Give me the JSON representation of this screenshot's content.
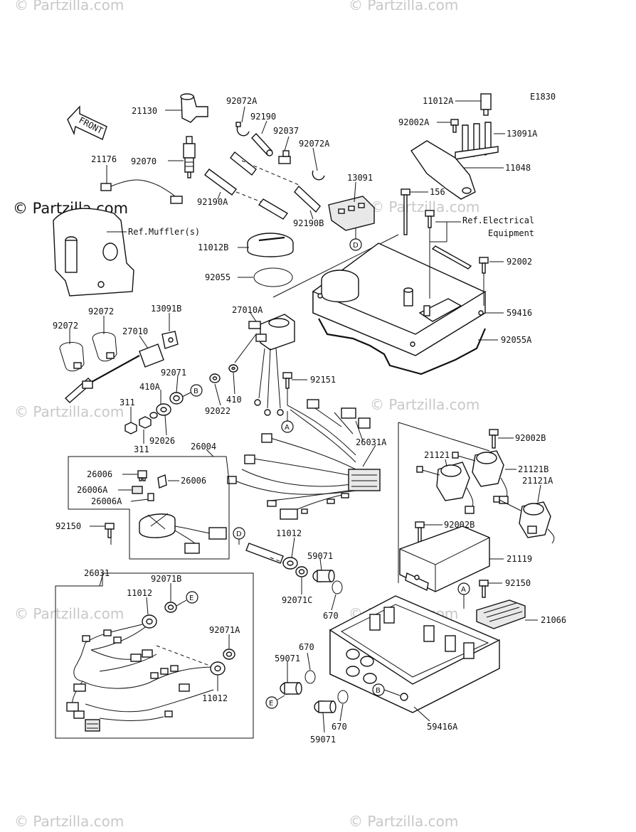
{
  "figure_code": "E1830",
  "front_label": "FRONT",
  "watermark": {
    "main": "© Partzilla.com",
    "repeat": "© Partzilla.com"
  },
  "labels": {
    "p21130": "21130",
    "p92070": "92070",
    "p21176": "21176",
    "p92072A_1": "92072A",
    "p92190": "92190",
    "p92037": "92037",
    "p92072A_2": "92072A",
    "p92190A": "92190A",
    "p92190B": "92190B",
    "p13091": "13091",
    "p11012A": "11012A",
    "p92002A": "92002A",
    "p13091A": "13091A",
    "p11048": "11048",
    "p156": "156",
    "p11012B": "11012B",
    "p92055": "92055",
    "p92002": "92002",
    "p59416": "59416",
    "p92055A": "92055A",
    "p92072_1": "92072",
    "p92072_2": "92072",
    "p13091B": "13091B",
    "p27010": "27010",
    "p27010A": "27010A",
    "p92071": "92071",
    "p410A": "410A",
    "p311_1": "311",
    "p311_2": "311",
    "p92026": "92026",
    "p92022": "92022",
    "p410": "410",
    "p92151": "92151",
    "p26004": "26004",
    "p26006_1": "26006",
    "p26006_2": "26006",
    "p26006A_1": "26006A",
    "p26006A_2": "26006A",
    "p92150_1": "92150",
    "p26031A": "26031A",
    "p92002B_1": "92002B",
    "p21121": "21121",
    "p21121B": "21121B",
    "p21121A": "21121A",
    "p11012_1": "11012",
    "p92002B_2": "92002B",
    "p21119": "21119",
    "p59071_1": "59071",
    "p92071C": "92071C",
    "p670_1": "670",
    "p92150_2": "92150",
    "p21066": "21066",
    "p26031": "26031",
    "p92071B": "92071B",
    "p11012_2": "11012",
    "p92071A": "92071A",
    "p11012_3": "11012",
    "p670_2": "670",
    "p59071_2": "59071",
    "p670_3": "670",
    "p59071_3": "59071",
    "p59416A": "59416A"
  },
  "references": {
    "muffler": "Ref.Muffler(s)",
    "electrical_1": "Ref.Electrical",
    "electrical_2": "Equipment"
  },
  "callouts": {
    "A": "A",
    "B": "B",
    "D": "D",
    "E": "E"
  }
}
